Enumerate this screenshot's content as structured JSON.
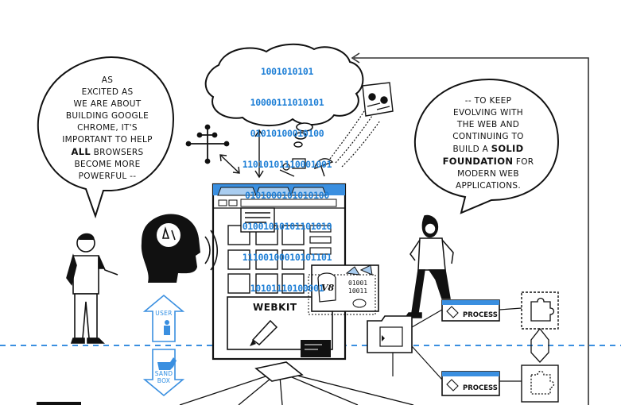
{
  "left_bubble": {
    "line1": "As",
    "line2": "excited as",
    "line3": "we are about",
    "line4": "building Google",
    "line5": "Chrome, it's",
    "line6": "important to help",
    "line7_bold": "all",
    "line7_rest": "browsers",
    "line8": "become more",
    "line9": "powerful --"
  },
  "right_bubble": {
    "line1": "-- to keep",
    "line2": "evolving with",
    "line3": "the web and",
    "line4": "continuing to",
    "line5_pre": "build a",
    "line5_bold": "solid",
    "line6_bold": "foundation",
    "line6_rest": "for",
    "line7": "modern web",
    "line8": "applications."
  },
  "cloud_binary": {
    "row1": "1001010101",
    "row2": "10000111010101",
    "row3": "01010100010100",
    "row4": "11010101110001001",
    "row5": "0101000101010100",
    "row6": "01001010101101010",
    "row7": "11100100010101101",
    "row8": "10101110100001"
  },
  "browser": {
    "webkit_label": "WEBKIT",
    "v8_label": "V8",
    "v8_binary_row1": "01001",
    "v8_binary_row2": "10011"
  },
  "sandbox": {
    "user_label": "USER",
    "sand_label": "SAND",
    "box_label": "BOX"
  },
  "processes": {
    "process1_label": "PROCESS",
    "process2_label": "PROCESS"
  },
  "colors": {
    "accent_blue": "#3a8fe0",
    "ink": "#111111",
    "light_blue": "#a9cdf0"
  }
}
